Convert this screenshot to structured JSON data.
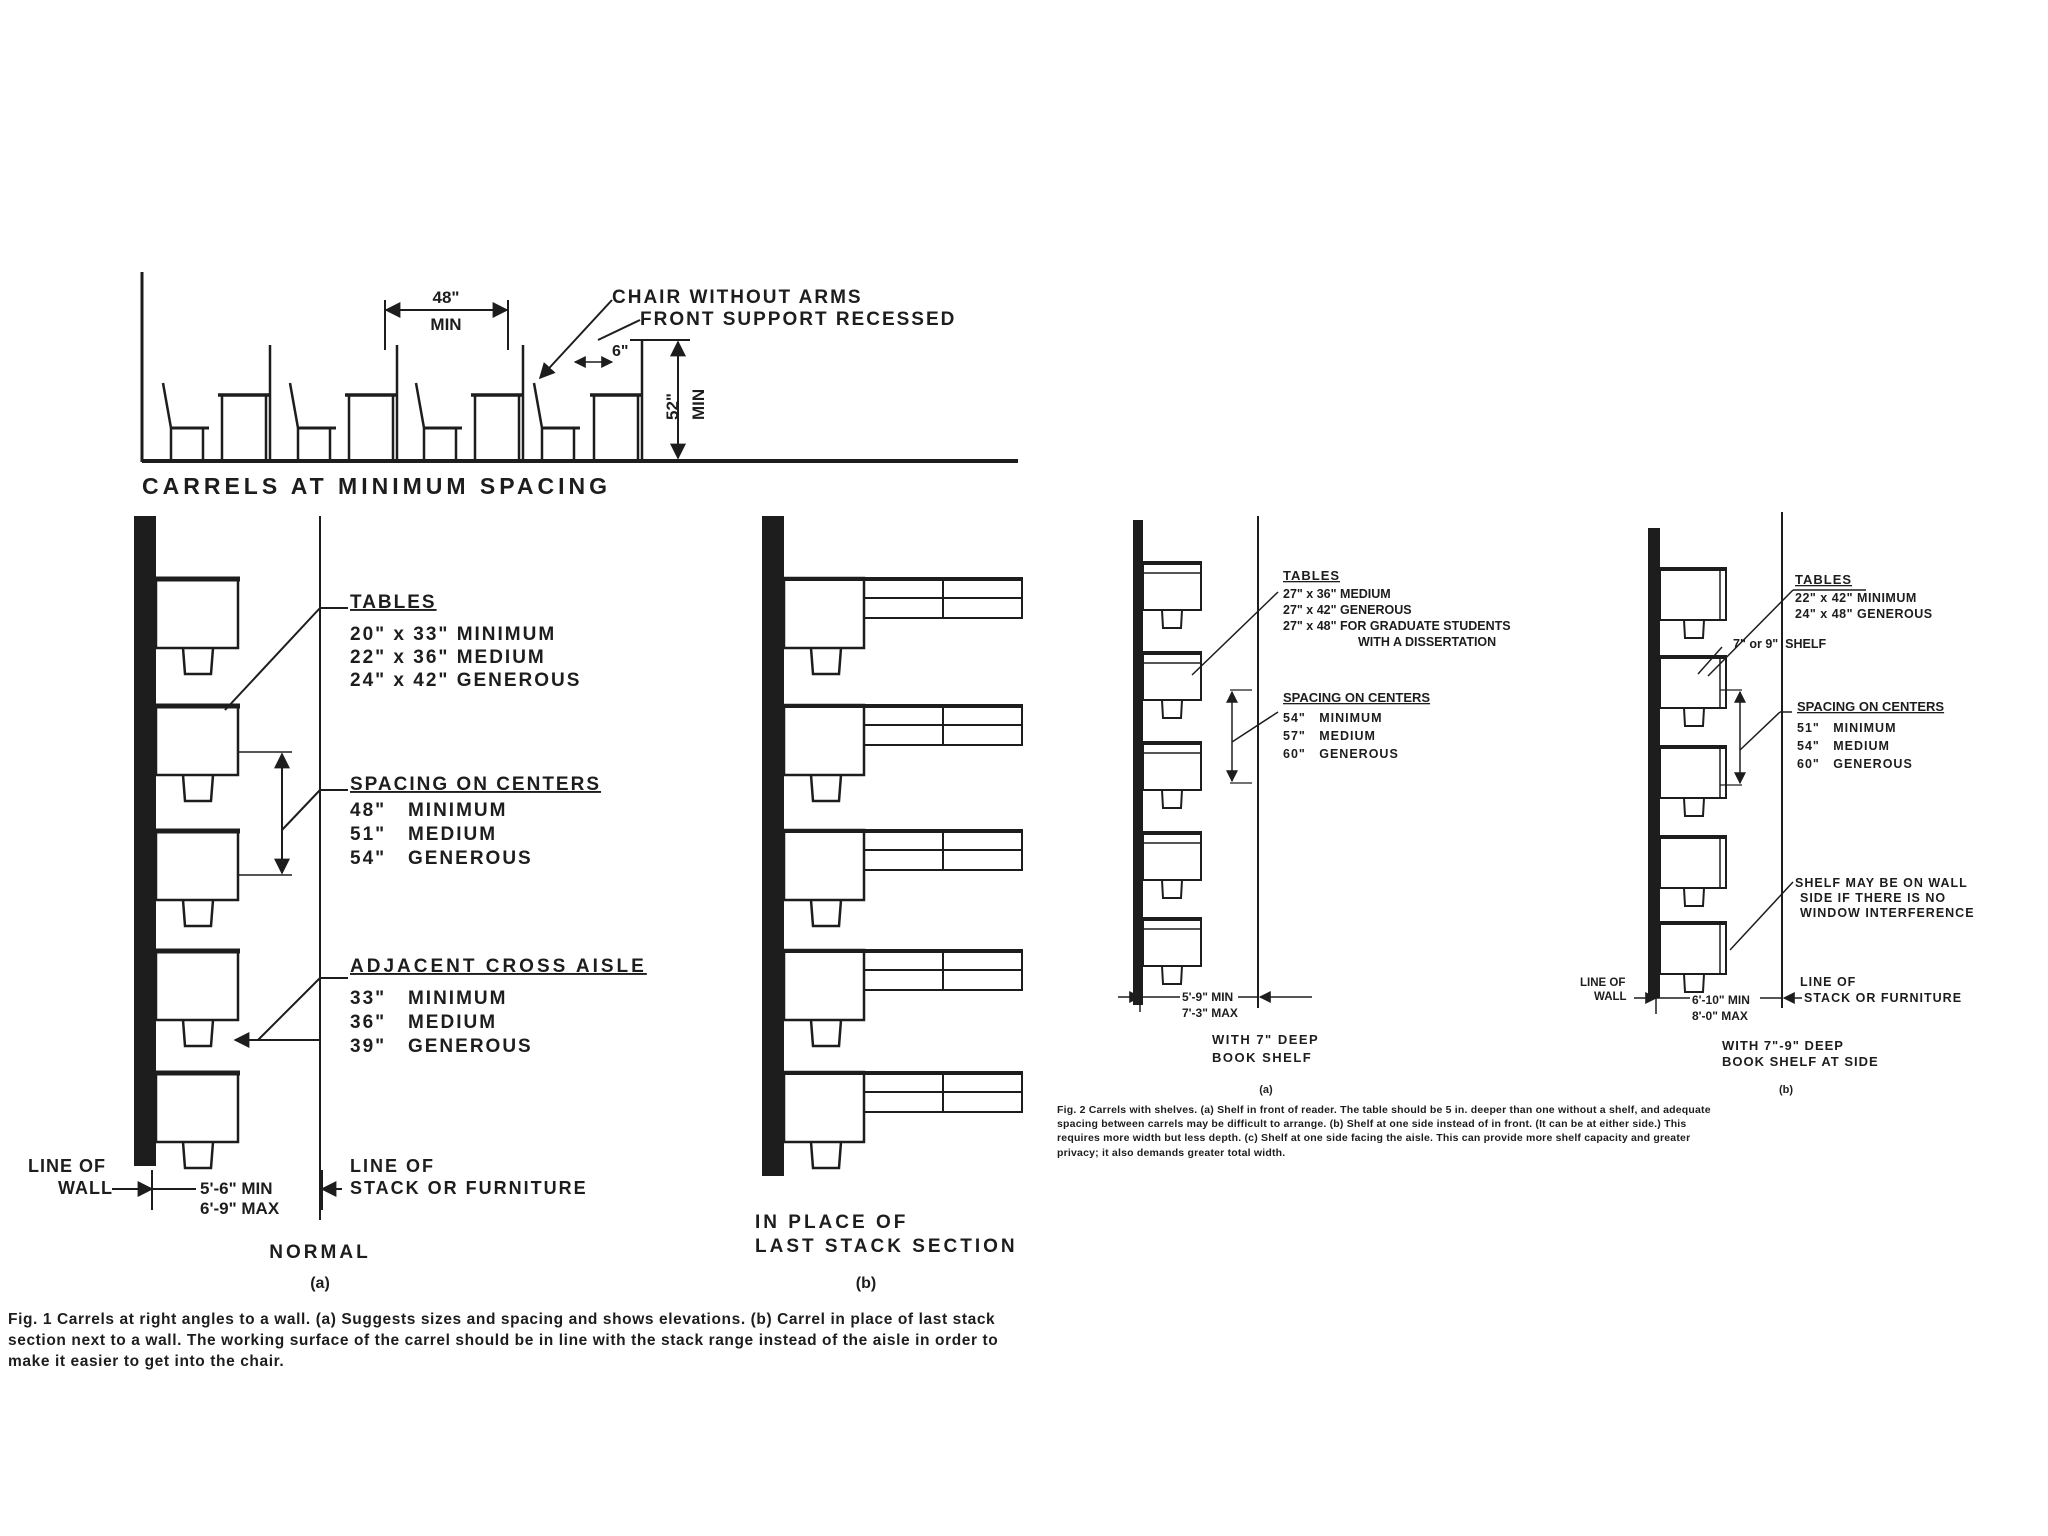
{
  "fig1": {
    "elevation": {
      "dim_48": "48\"",
      "dim_min": "MIN",
      "chair_note_1": "CHAIR WITHOUT ARMS",
      "chair_note_2": "FRONT SUPPORT RECESSED",
      "dim_6": "6\"",
      "dim_52": "52\"",
      "dim_52_min": "MIN",
      "caption": "CARRELS AT MINIMUM SPACING"
    },
    "tables": {
      "heading": "TABLES",
      "lines": [
        "20\" x 33\" MINIMUM",
        "22\" x 36\" MEDIUM",
        "24\" x 42\" GENEROUS"
      ]
    },
    "spacing": {
      "heading": "SPACING ON CENTERS",
      "lines": [
        "48\"   MINIMUM",
        "51\"   MEDIUM",
        "54\"   GENEROUS"
      ]
    },
    "aisle": {
      "heading": "ADJACENT CROSS AISLE",
      "lines": [
        "33\"   MINIMUM",
        "36\"   MEDIUM",
        "39\"   GENEROUS"
      ]
    },
    "line_of_wall_1": "LINE OF",
    "line_of_wall_2": "WALL",
    "dim_min": "5'-6\" MIN",
    "dim_max": "6'-9\" MAX",
    "line_of_stack_1": "LINE OF",
    "line_of_stack_2": "STACK OR FURNITURE",
    "label_a": "NORMAL",
    "sub_a": "(a)",
    "label_b_1": "IN PLACE OF",
    "label_b_2": "LAST STACK SECTION",
    "sub_b": "(b)",
    "caption": "Fig. 1  Carrels at right angles to a wall. (a) Suggests sizes and spacing and shows elevations. (b) Carrel in place of last stack section next to a wall. The working surface of the carrel should be in line with the stack range instead of the aisle in order to make it easier to get into the chair."
  },
  "fig2": {
    "a": {
      "tables_heading": "TABLES",
      "tables_lines": [
        "27\" x 36\" MEDIUM",
        "27\" x 42\" GENEROUS",
        "27\" x 48\" FOR GRADUATE STUDENTS",
        "WITH A DISSERTATION"
      ],
      "spacing_heading": "SPACING ON CENTERS",
      "spacing_lines": [
        "54\"   MINIMUM",
        "57\"   MEDIUM",
        "60\"   GENEROUS"
      ],
      "dim_min": "5'-9\" MIN",
      "dim_max": "7'-3\" MAX",
      "note_1": "WITH 7\" DEEP",
      "note_2": "BOOK SHELF",
      "sub": "(a)"
    },
    "b": {
      "tables_heading": "TABLES",
      "tables_lines": [
        "22\" x 42\" MINIMUM",
        "24\" x 48\" GENEROUS"
      ],
      "shelf": "7\" or 9\"  SHELF",
      "spacing_heading": "SPACING ON CENTERS",
      "spacing_lines": [
        "51\"   MINIMUM",
        "54\"   MEDIUM",
        "60\"   GENEROUS"
      ],
      "shelf_note": [
        "SHELF MAY BE ON WALL",
        "SIDE IF THERE IS NO",
        "WINDOW INTERFERENCE"
      ],
      "line_of_wall_1": "LINE OF",
      "line_of_wall_2": "WALL",
      "dim_min": "6'-10\" MIN",
      "dim_max": "8'-0\" MAX",
      "line_of_stack_1": "LINE OF",
      "line_of_stack_2": "STACK OR FURNITURE",
      "note_1": "WITH 7\"-9\" DEEP",
      "note_2": "BOOK SHELF AT SIDE",
      "sub": "(b)"
    },
    "caption": "Fig. 2  Carrels with shelves. (a) Shelf in front of reader. The table should be 5 in. deeper than one without a shelf, and adequate spacing between carrels may be difficult to arrange. (b) Shelf at one side instead of in front. (It can be at either side.) This requires more width but less depth. (c) Shelf at one side facing the aisle. This can provide more shelf capacity and greater privacy; it also demands greater total width."
  }
}
